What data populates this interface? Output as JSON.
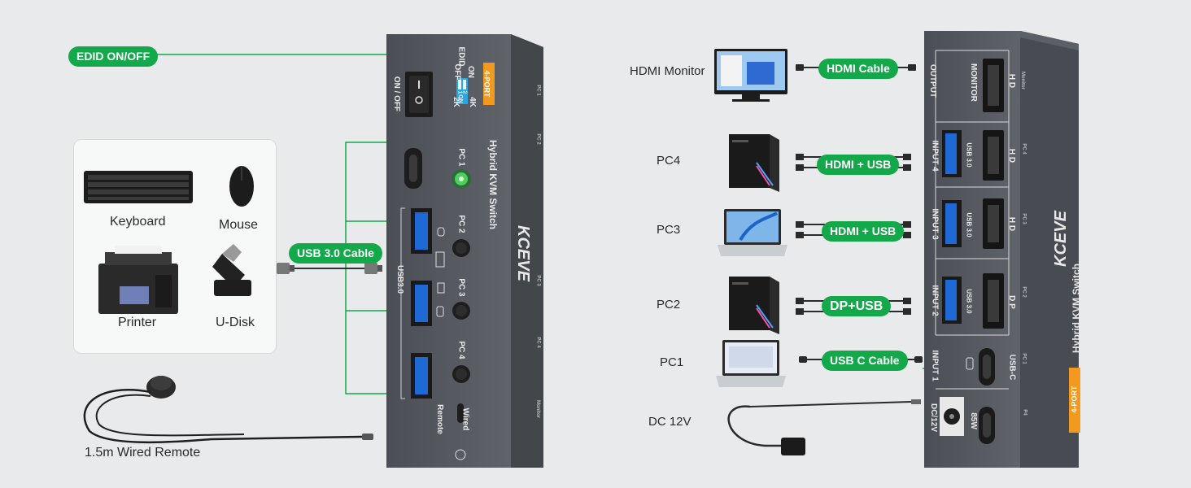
{
  "left": {
    "edid_badge": "EDID ON/OFF",
    "usb_cable_badge": "USB 3.0 Cable",
    "remote_label": "1.5m Wired Remote",
    "peripherals": [
      {
        "name": "Keyboard",
        "icon": "keyboard-icon"
      },
      {
        "name": "Mouse",
        "icon": "mouse-icon"
      },
      {
        "name": "Printer",
        "icon": "printer-icon"
      },
      {
        "name": "U-Disk",
        "icon": "usb-disk-icon"
      }
    ],
    "front_panel": {
      "edid": "EDID",
      "on": "ON",
      "off": "OFF",
      "res_4k": "4K",
      "res_2k": "2K",
      "dip_1": "1",
      "dip_2": "2",
      "dip_on": "ON",
      "power": "ON / OFF",
      "brand_badge": "4-PORT",
      "product": "Hybrid KVM Switch",
      "brand": "KCEVE",
      "usb_group": "USB3.0",
      "pc1": "PC 1",
      "pc2": "PC 2",
      "pc3": "PC 3",
      "pc4": "PC 4",
      "wired": "Wired",
      "remote": "Remote",
      "side_pc1": "PC 1",
      "side_pc2": "PC 2",
      "side_pc3": "PC 3",
      "side_pc4": "PC 4",
      "side_monitor": "Monitor"
    }
  },
  "right": {
    "devices": [
      {
        "label": "HDMI Monitor",
        "cable": "HDMI Cable"
      },
      {
        "label": "PC4",
        "cable": "HDMI + USB"
      },
      {
        "label": "PC3",
        "cable": "HDMI + USB"
      },
      {
        "label": "PC2",
        "cable": "DP+USB"
      },
      {
        "label": "PC1",
        "cable": "USB C Cable"
      },
      {
        "label": "DC 12V",
        "cable": ""
      }
    ],
    "rear_panel": {
      "output": "OUTPUT",
      "monitor": "MONITOR",
      "hd": "H D",
      "input4": "INPUT 4",
      "input3": "INPUT 3",
      "input2": "INPUT 2",
      "input1": "INPUT 1",
      "usb30": "USB 3.0",
      "dp": "D P",
      "usbc": "USB-C",
      "dc12v": "DC/12V",
      "watt": "85W",
      "brand_badge": "4-PORT",
      "product": "Hybrid KVM Switch",
      "brand": "KCEVE",
      "side_monitor": "Monitor",
      "side_pc4": "PC 4",
      "side_pc3": "PC 3",
      "side_pc2": "PC 2",
      "side_pc1": "PC 1",
      "side_p4": "P4"
    }
  },
  "colors": {
    "accent_green": "#13a84a",
    "device_body": "#5a5e64",
    "badge_orange": "#f29a1f",
    "background": "#e9eaec"
  }
}
